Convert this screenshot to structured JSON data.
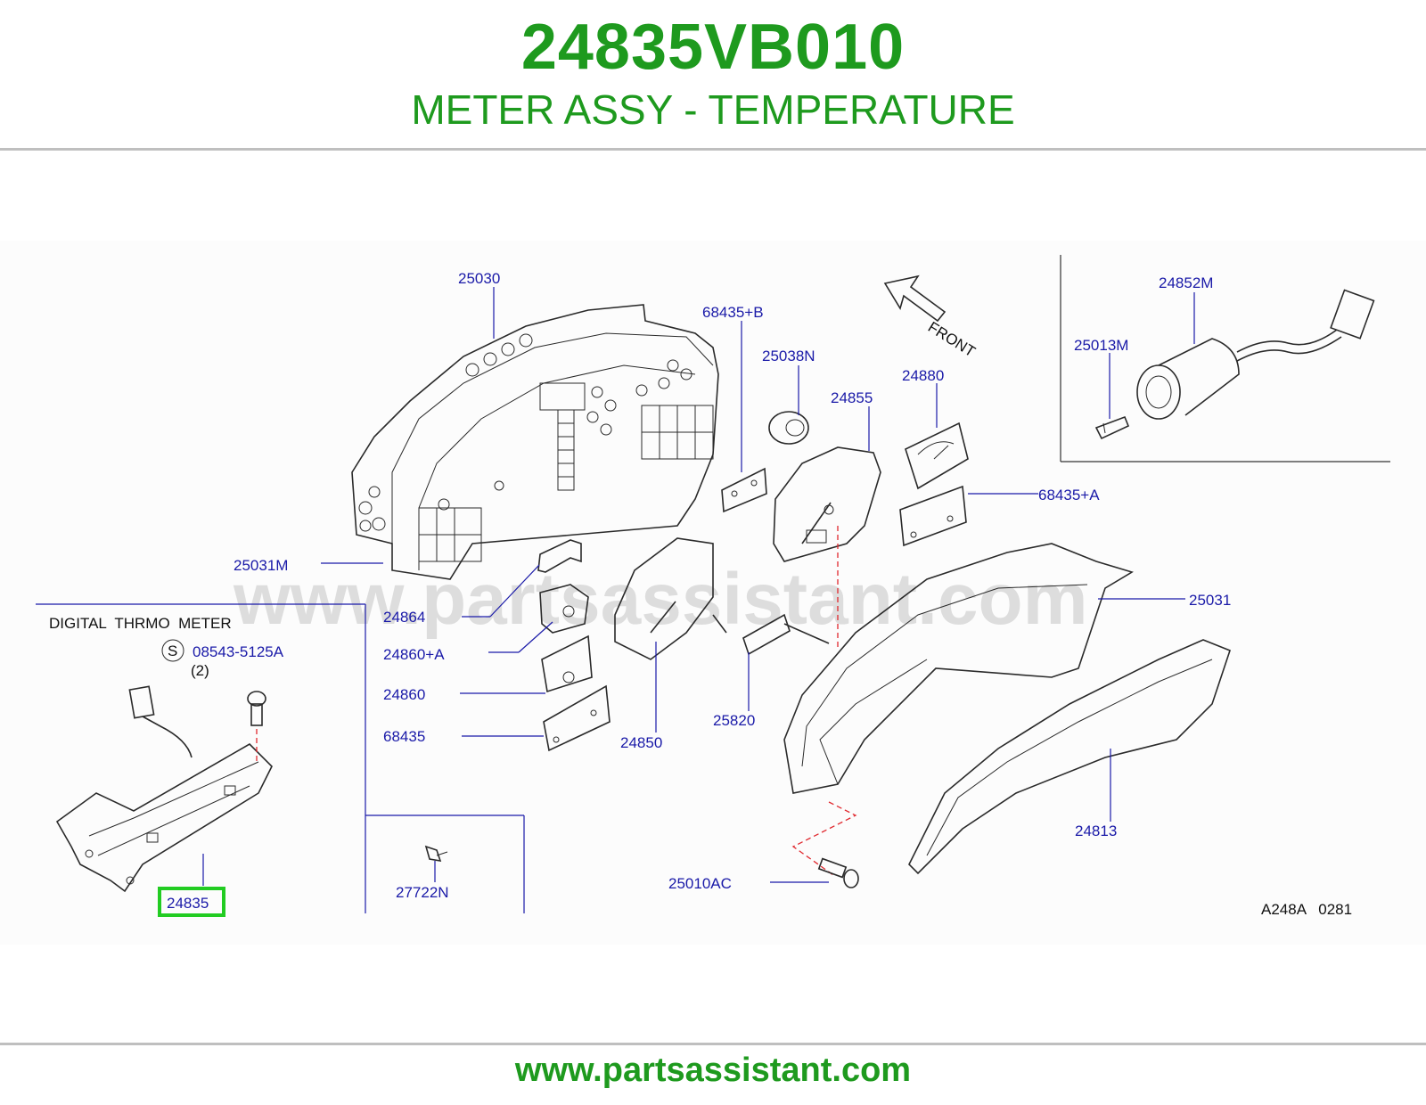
{
  "header": {
    "part_number": "24835VB010",
    "part_name": "METER ASSY - TEMPERATURE"
  },
  "diagram": {
    "watermark": "www.partsassistant.com",
    "front_label": "FRONT",
    "inset_title": "DIGITAL  THRMO  METER",
    "screw_symbol": "S",
    "screw_qty": "(2)",
    "drawing_code": "A248A   0281",
    "highlight_color": "#22cc22",
    "callouts": {
      "c25030": "25030",
      "c68435b": "68435+B",
      "c25038n": "25038N",
      "c24855": "24855",
      "c24880": "24880",
      "c24852m": "24852M",
      "c25013m": "25013M",
      "c68435a": "68435+A",
      "c25031m": "25031M",
      "c25031": "25031",
      "c24864": "24864",
      "c24860a": "24860+A",
      "c24860": "24860",
      "c68435": "68435",
      "c24850": "24850",
      "c25820": "25820",
      "c24813": "24813",
      "c25010ac": "25010AC",
      "c08543": "08543-5125A",
      "c24835": "24835",
      "c27722n": "27722N"
    }
  },
  "footer": {
    "url": "www.partsassistant.com"
  }
}
